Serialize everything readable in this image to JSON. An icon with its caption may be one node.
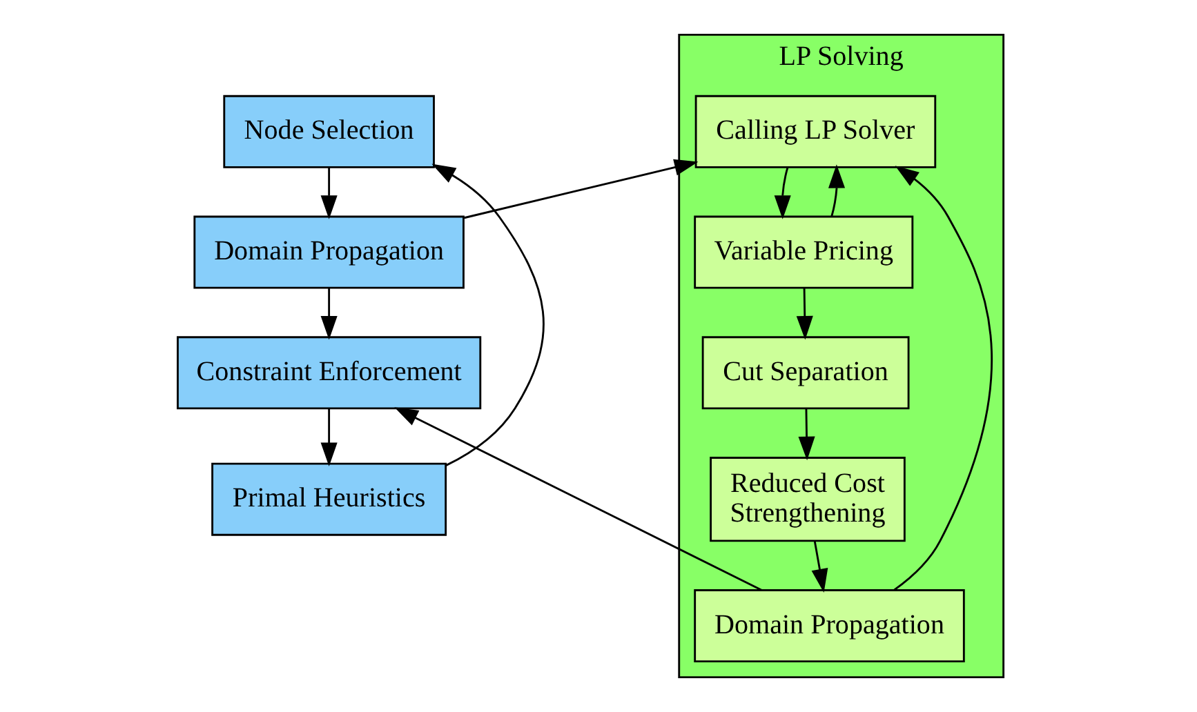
{
  "diagram": {
    "nodes": [
      {
        "text": [
          "Node Selection"
        ]
      },
      {
        "text": [
          "Domain Propagation"
        ]
      },
      {
        "text": [
          "Constraint Enforcement"
        ]
      },
      {
        "text": [
          "Primal Heuristics"
        ]
      },
      {
        "text": [
          "LP Solving"
        ]
      },
      {
        "text": [
          "Calling LP Solver"
        ],
        "in": 4
      },
      {
        "text": [
          "Variable Pricing"
        ],
        "in": 4
      },
      {
        "text": [
          "Cut Separation"
        ],
        "in": 4
      },
      {
        "text": [
          "Reduced Cost Strengthening"
        ],
        "in": 4
      },
      {
        "text": [
          "Domain Propagation"
        ],
        "in": 4
      }
    ],
    "edges": [
      {
        "from": 0,
        "to": 1,
        "arrow": "to"
      },
      {
        "from": 1,
        "to": 2,
        "arrow": "to"
      },
      {
        "from": 2,
        "to": 3,
        "arrow": "to"
      },
      {
        "from": 3,
        "to": 0,
        "arrow": "to"
      },
      {
        "from": 1,
        "to": 5,
        "arrow": "to"
      },
      {
        "from": 5,
        "to": 6,
        "arrow": "to"
      },
      {
        "from": 6,
        "to": 5,
        "arrow": "to"
      },
      {
        "from": 6,
        "to": 7,
        "arrow": "to"
      },
      {
        "from": 7,
        "to": 8,
        "arrow": "to"
      },
      {
        "from": 8,
        "to": 9,
        "arrow": "to"
      },
      {
        "from": 9,
        "to": 5,
        "arrow": "to"
      },
      {
        "from": 9,
        "to": 2,
        "arrow": "to"
      }
    ]
  }
}
